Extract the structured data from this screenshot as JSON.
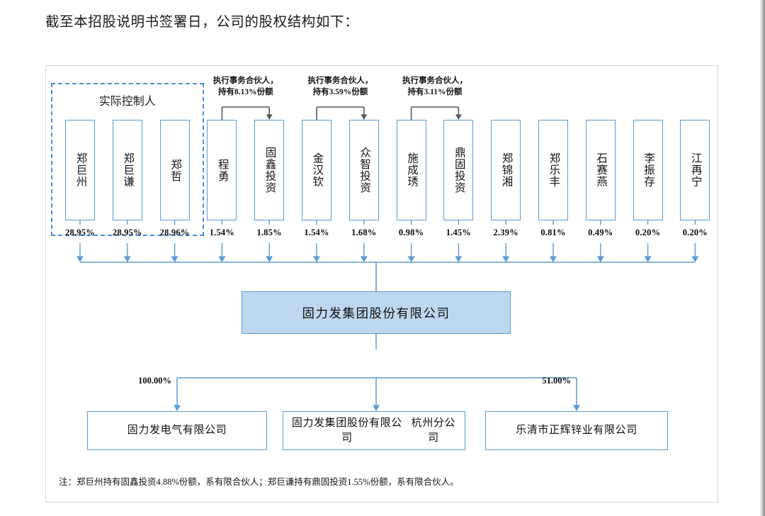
{
  "document": {
    "title": "截至本招股说明书签署日，公司的股权结构如下：",
    "note": "注：郑巨州持有固鑫投资4.88%份额，系有限合伙人；郑巨谦持有鼎固投资1.55%份额，系有限合伙人。"
  },
  "colors": {
    "box_border": "#5b9bd5",
    "wire": "#5b9bd5",
    "dashed_group": "#4a90d9",
    "main_fill": "#bdd7ee",
    "bracket": "#595959",
    "frame_border": "#d6d6d6"
  },
  "control_group": {
    "label": "实际控制人",
    "member_count": 3
  },
  "annotations": [
    {
      "line1": "执行事务合伙人，",
      "line2": "持有8.13%份额",
      "target": "固鑫投资",
      "source": "程勇"
    },
    {
      "line1": "执行事务合伙人，",
      "line2": "持有3.59%份额",
      "target": "众智投资",
      "source": "金汉钦"
    },
    {
      "line1": "执行事务合伙人，",
      "line2": "持有3.11%份额",
      "target": "鼎固投资",
      "source": "施成琇"
    }
  ],
  "shareholders": [
    {
      "name": "郑巨州",
      "percent": "28.95%",
      "in_control_group": true
    },
    {
      "name": "郑巨谦",
      "percent": "28.95%",
      "in_control_group": true
    },
    {
      "name": "郑哲",
      "percent": "28.96%",
      "in_control_group": true
    },
    {
      "name": "程勇",
      "percent": "1.54%",
      "in_control_group": false
    },
    {
      "name": "固鑫投资",
      "percent": "1.85%",
      "in_control_group": false
    },
    {
      "name": "金汉钦",
      "percent": "1.54%",
      "in_control_group": false
    },
    {
      "name": "众智投资",
      "percent": "1.68%",
      "in_control_group": false
    },
    {
      "name": "施成琇",
      "percent": "0.98%",
      "in_control_group": false
    },
    {
      "name": "鼎固投资",
      "percent": "1.45%",
      "in_control_group": false
    },
    {
      "name": "郑锦湘",
      "percent": "2.39%",
      "in_control_group": false
    },
    {
      "name": "郑乐丰",
      "percent": "0.81%",
      "in_control_group": false
    },
    {
      "name": "石赛燕",
      "percent": "0.49%",
      "in_control_group": false
    },
    {
      "name": "李振存",
      "percent": "0.20%",
      "in_control_group": false
    },
    {
      "name": "江再宁",
      "percent": "0.20%",
      "in_control_group": false
    }
  ],
  "company": {
    "name": "固力发集团股份有限公司"
  },
  "subsidiaries": [
    {
      "name": "固力发电气有限公司",
      "percent": "100.00%"
    },
    {
      "name": "固力发集团股份有限公司\n杭州分公司",
      "percent": ""
    },
    {
      "name": "乐清市正辉锌业有限公司",
      "percent": "51.00%"
    }
  ]
}
